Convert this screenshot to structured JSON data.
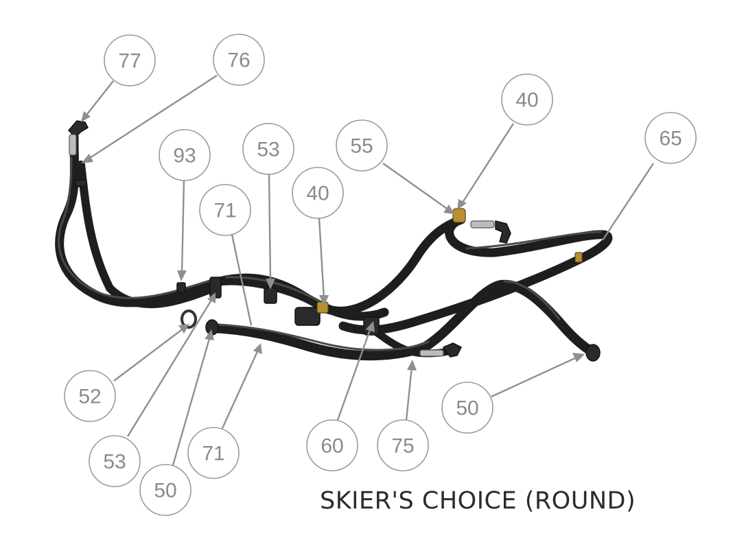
{
  "caption": "SKIER'S CHOICE (ROUND)",
  "balloons": [
    {
      "id": "b77",
      "label": "77"
    },
    {
      "id": "b76",
      "label": "76"
    },
    {
      "id": "b93",
      "label": "93"
    },
    {
      "id": "b53a",
      "label": "53"
    },
    {
      "id": "b71a",
      "label": "71"
    },
    {
      "id": "b40a",
      "label": "40"
    },
    {
      "id": "b55",
      "label": "55"
    },
    {
      "id": "b40b",
      "label": "40"
    },
    {
      "id": "b65",
      "label": "65"
    },
    {
      "id": "b52",
      "label": "52"
    },
    {
      "id": "b53b",
      "label": "53"
    },
    {
      "id": "b50a",
      "label": "50"
    },
    {
      "id": "b71b",
      "label": "71"
    },
    {
      "id": "b60",
      "label": "60"
    },
    {
      "id": "b75",
      "label": "75"
    },
    {
      "id": "b50b",
      "label": "50"
    }
  ],
  "colors": {
    "hose": "#1e1e1e",
    "hose_highlight": "#4a4a4a",
    "leader": "#8f8f8f",
    "balloon_text": "#8a8a8a",
    "brass_fitting": "#b8902e",
    "metal_fitting": "#b9bcc2"
  }
}
